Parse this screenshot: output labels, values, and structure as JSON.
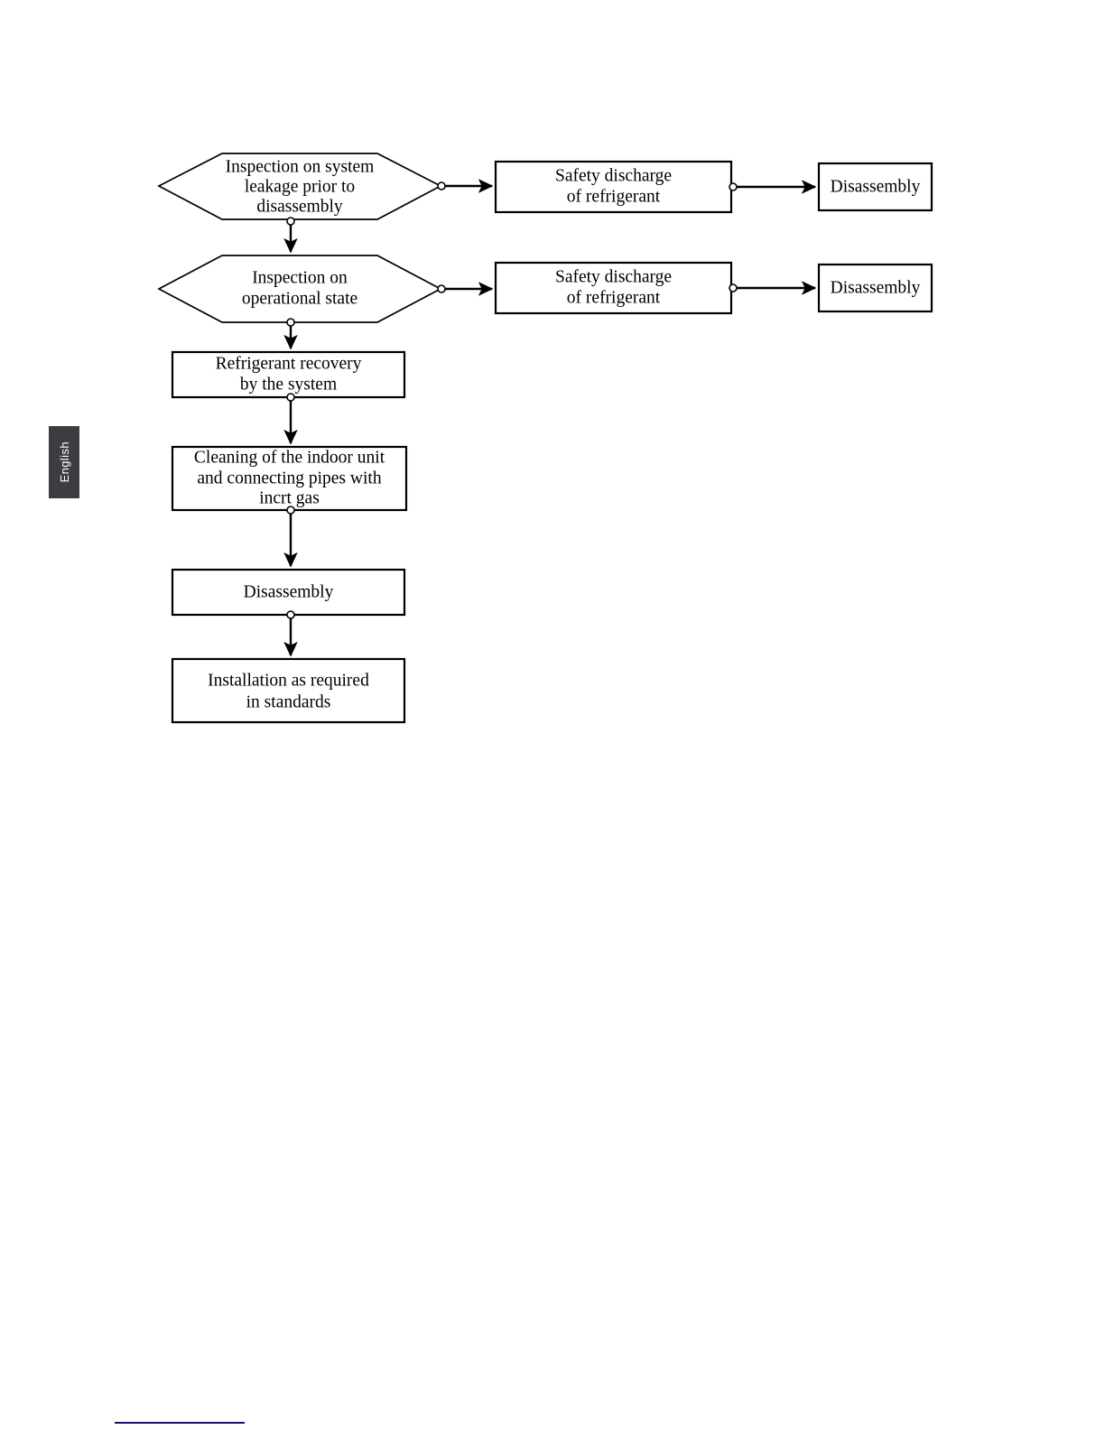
{
  "page": {
    "language_tab": "English",
    "footer_rule_color": "#16166b",
    "background_color": "#ffffff",
    "ink_color": "#000000"
  },
  "chart_data": {
    "type": "diagram",
    "title": "Refrigerant recovery and disassembly flowchart",
    "nodes": [
      {
        "id": "n1",
        "shape": "hexagon",
        "lines": [
          "Inspection on system",
          "leakage prior to",
          "disassembly"
        ]
      },
      {
        "id": "n2",
        "shape": "rectangle",
        "lines": [
          "Safety discharge",
          "of refrigerant"
        ]
      },
      {
        "id": "n3",
        "shape": "rectangle",
        "lines": [
          "Disassembly"
        ]
      },
      {
        "id": "n4",
        "shape": "hexagon",
        "lines": [
          "Inspection on",
          "operational state"
        ]
      },
      {
        "id": "n5",
        "shape": "rectangle",
        "lines": [
          "Safety discharge",
          "of refrigerant"
        ]
      },
      {
        "id": "n6",
        "shape": "rectangle",
        "lines": [
          "Disassembly"
        ]
      },
      {
        "id": "n7",
        "shape": "rectangle",
        "lines": [
          "Refrigerant recovery",
          "by the system"
        ]
      },
      {
        "id": "n8",
        "shape": "rectangle",
        "lines": [
          "Cleaning of the indoor unit",
          "and connecting pipes with",
          "incrt gas"
        ]
      },
      {
        "id": "n9",
        "shape": "rectangle",
        "lines": [
          "Disassembly"
        ]
      },
      {
        "id": "n10",
        "shape": "rectangle",
        "lines": [
          "Installation as required",
          "in standards"
        ]
      }
    ],
    "edges": [
      {
        "from": "n1",
        "to": "n2",
        "direction": "right",
        "origin_marker": "circle",
        "arrow": true
      },
      {
        "from": "n2",
        "to": "n3",
        "direction": "right",
        "origin_marker": "circle",
        "arrow": true
      },
      {
        "from": "n1",
        "to": "n4",
        "direction": "down",
        "origin_marker": "circle",
        "arrow": true
      },
      {
        "from": "n4",
        "to": "n5",
        "direction": "right",
        "origin_marker": "circle",
        "arrow": true
      },
      {
        "from": "n5",
        "to": "n6",
        "direction": "right",
        "origin_marker": "circle",
        "arrow": true
      },
      {
        "from": "n4",
        "to": "n7",
        "direction": "down",
        "origin_marker": "circle",
        "arrow": true
      },
      {
        "from": "n7",
        "to": "n8",
        "direction": "down",
        "origin_marker": "circle",
        "arrow": true
      },
      {
        "from": "n8",
        "to": "n9",
        "direction": "down",
        "origin_marker": "circle",
        "arrow": true
      },
      {
        "from": "n9",
        "to": "n10",
        "direction": "down",
        "origin_marker": "circle",
        "arrow": true
      }
    ]
  }
}
